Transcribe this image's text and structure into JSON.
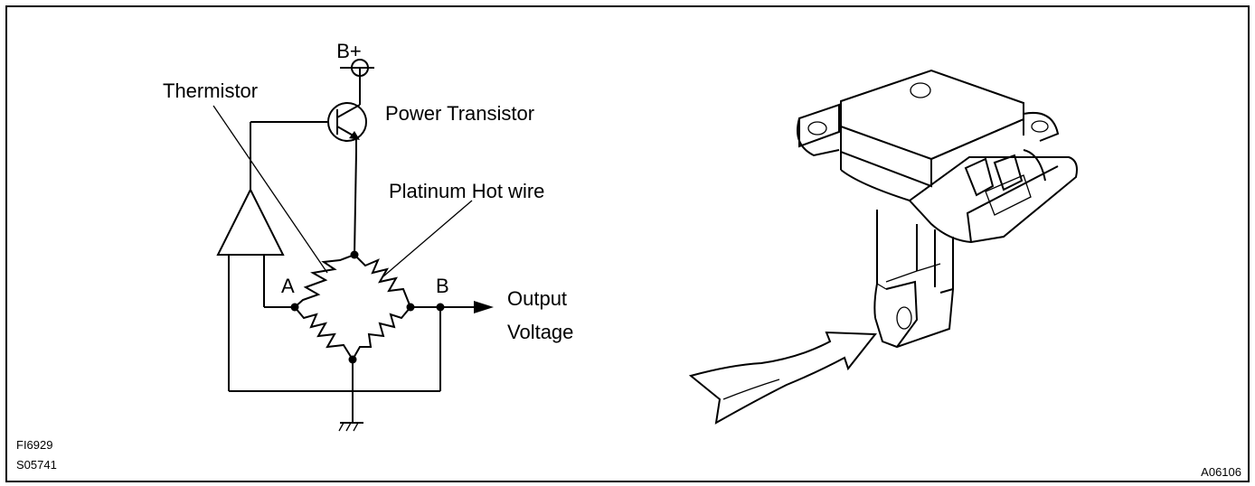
{
  "circuit": {
    "labels": {
      "supply": "B+",
      "thermistor": "Thermistor",
      "power_transistor": "Power Transistor",
      "hot_wire": "Platinum Hot wire",
      "node_a": "A",
      "node_b": "B",
      "output_line1": "Output",
      "output_line2": "Voltage"
    }
  },
  "codes": {
    "left_1": "FI6929",
    "left_2": "S05741",
    "right": "A06106"
  },
  "colors": {
    "line": "#000000",
    "background": "#ffffff"
  }
}
